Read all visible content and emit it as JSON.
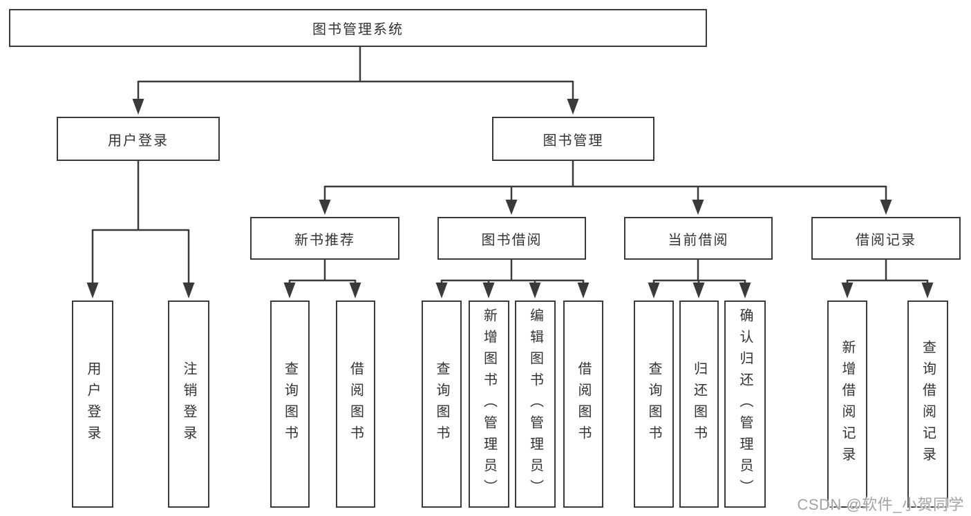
{
  "tree": {
    "root": {
      "label": "图书管理系统"
    },
    "branches": [
      {
        "label": "用户登录",
        "children": [
          {
            "label": "用户登录"
          },
          {
            "label": "注销登录"
          }
        ]
      },
      {
        "label": "图书管理",
        "children": [
          {
            "label": "新书推荐",
            "children": [
              {
                "label": "查询图书"
              },
              {
                "label": "借阅图书"
              }
            ]
          },
          {
            "label": "图书借阅",
            "children": [
              {
                "label": "查询图书"
              },
              {
                "label": "新增图书（管理员）"
              },
              {
                "label": "编辑图书（管理员）"
              },
              {
                "label": "借阅图书"
              }
            ]
          },
          {
            "label": "当前借阅",
            "children": [
              {
                "label": "查询图书"
              },
              {
                "label": "归还图书"
              },
              {
                "label": "确认归还（管理员）"
              }
            ]
          },
          {
            "label": "借阅记录",
            "children": [
              {
                "label": "新增借阅记录"
              },
              {
                "label": "查询借阅记录"
              }
            ]
          }
        ]
      }
    ]
  },
  "watermark": {
    "text": "CSDN @软件_小贺同学"
  },
  "colors": {
    "line": "#3a3a3a",
    "box_border": "#3a3a3a",
    "box_fill": "#ffffff",
    "text": "#333333",
    "watermark": "#a3a3a3"
  }
}
